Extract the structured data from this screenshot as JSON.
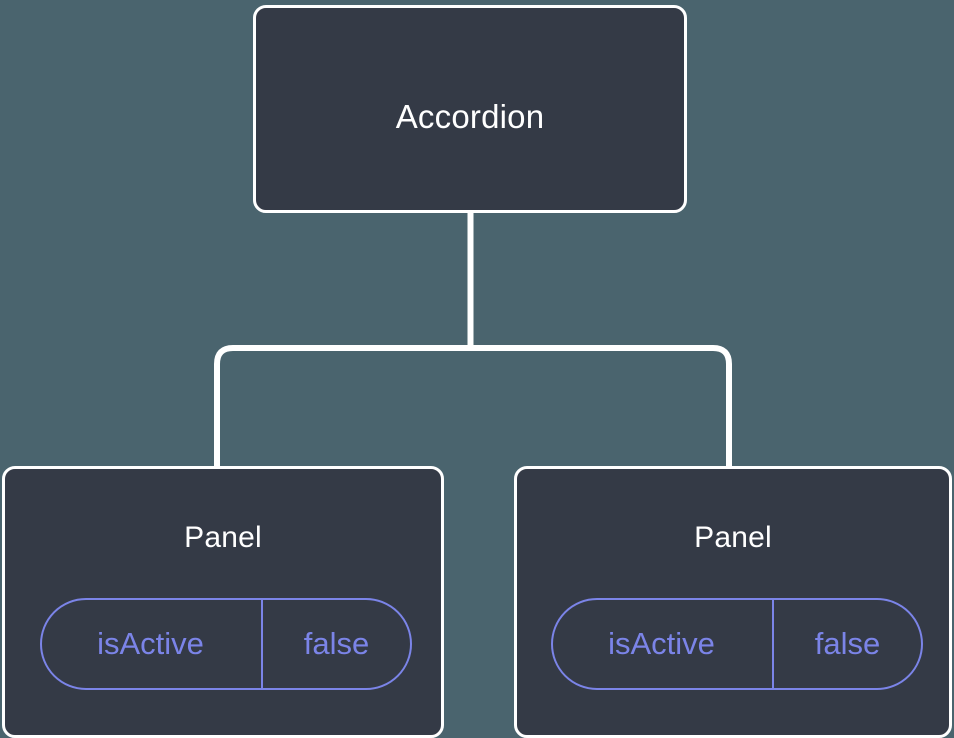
{
  "diagram": {
    "type": "component-tree",
    "background_color": "#4a646e",
    "node_fill_color": "#343a46",
    "node_border_color": "#ffffff",
    "edge_color": "#ffffff",
    "prop_accent_color": "#7b84e8",
    "title_text_color": "#ffffff",
    "root": {
      "label": "Accordion"
    },
    "children": [
      {
        "label": "Panel",
        "props": [
          {
            "key": "isActive",
            "value": "false"
          }
        ]
      },
      {
        "label": "Panel",
        "props": [
          {
            "key": "isActive",
            "value": "false"
          }
        ]
      }
    ]
  }
}
